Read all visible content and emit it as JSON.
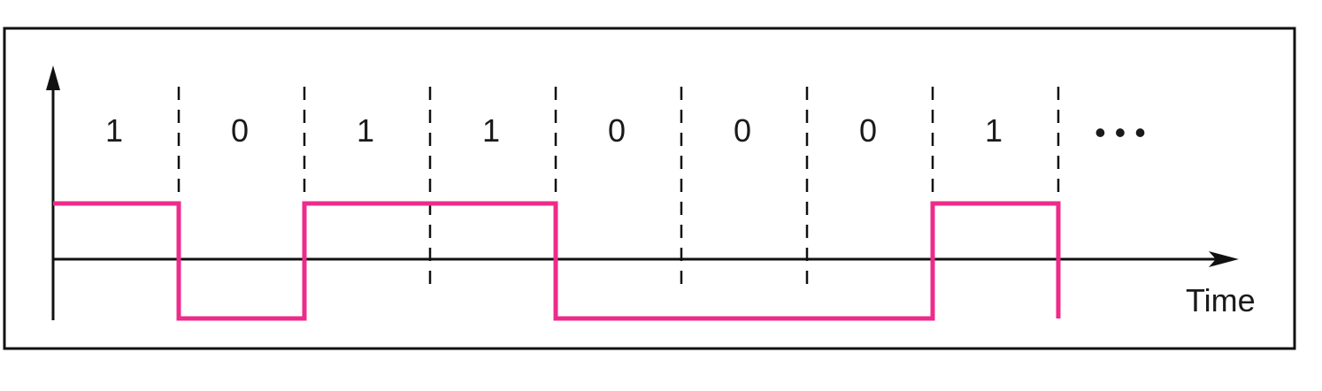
{
  "diagram": {
    "bits": [
      "1",
      "0",
      "1",
      "1",
      "0",
      "0",
      "0",
      "1"
    ],
    "continuation": "• • •",
    "axis_label": "Time",
    "colors": {
      "signal": "#ee2b8a",
      "axis": "#111111",
      "frame": "#111111",
      "divider": "#111111"
    }
  }
}
